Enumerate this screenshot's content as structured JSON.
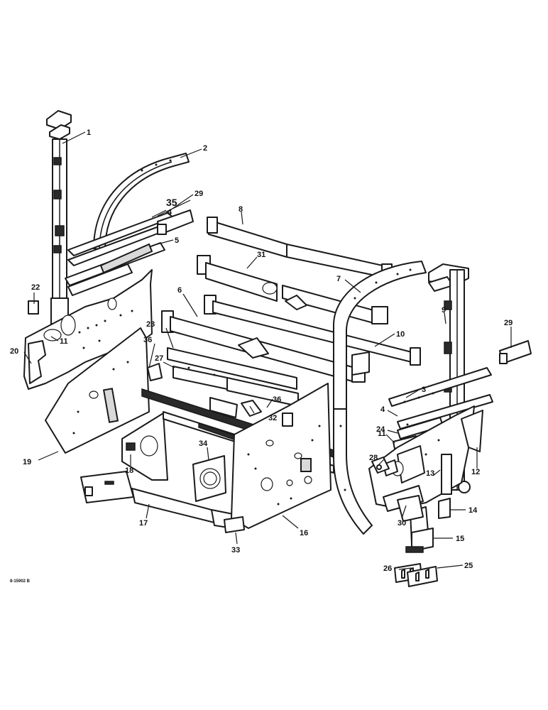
{
  "diagram": {
    "drawing_ref": "8-15902 B",
    "callouts": [
      {
        "id": "c1",
        "label": "1"
      },
      {
        "id": "c2",
        "label": "2"
      },
      {
        "id": "c3",
        "label": "3"
      },
      {
        "id": "c4a",
        "label": "4"
      },
      {
        "id": "c4b",
        "label": "4"
      },
      {
        "id": "c5",
        "label": "5"
      },
      {
        "id": "c6",
        "label": "6"
      },
      {
        "id": "c7",
        "label": "7"
      },
      {
        "id": "c8",
        "label": "8"
      },
      {
        "id": "c9",
        "label": "9"
      },
      {
        "id": "c10",
        "label": "10"
      },
      {
        "id": "c11a",
        "label": "11"
      },
      {
        "id": "c11b",
        "label": "11"
      },
      {
        "id": "c12",
        "label": "12"
      },
      {
        "id": "c13",
        "label": "13"
      },
      {
        "id": "c14",
        "label": "14"
      },
      {
        "id": "c15",
        "label": "15"
      },
      {
        "id": "c16",
        "label": "16"
      },
      {
        "id": "c17",
        "label": "17"
      },
      {
        "id": "c18",
        "label": "18"
      },
      {
        "id": "c19",
        "label": "19"
      },
      {
        "id": "c20",
        "label": "20"
      },
      {
        "id": "c22",
        "label": "22"
      },
      {
        "id": "c23",
        "label": "23"
      },
      {
        "id": "c24",
        "label": "24"
      },
      {
        "id": "c25",
        "label": "25"
      },
      {
        "id": "c26",
        "label": "26"
      },
      {
        "id": "c27",
        "label": "27"
      },
      {
        "id": "c28",
        "label": "28"
      },
      {
        "id": "c29a",
        "label": "29"
      },
      {
        "id": "c29b",
        "label": "29"
      },
      {
        "id": "c30",
        "label": "30"
      },
      {
        "id": "c31",
        "label": "31"
      },
      {
        "id": "c32",
        "label": "32"
      },
      {
        "id": "c33",
        "label": "33"
      },
      {
        "id": "c34",
        "label": "34"
      },
      {
        "id": "c35",
        "label": "35"
      },
      {
        "id": "c36a",
        "label": "36"
      },
      {
        "id": "c36b",
        "label": "36"
      }
    ]
  }
}
